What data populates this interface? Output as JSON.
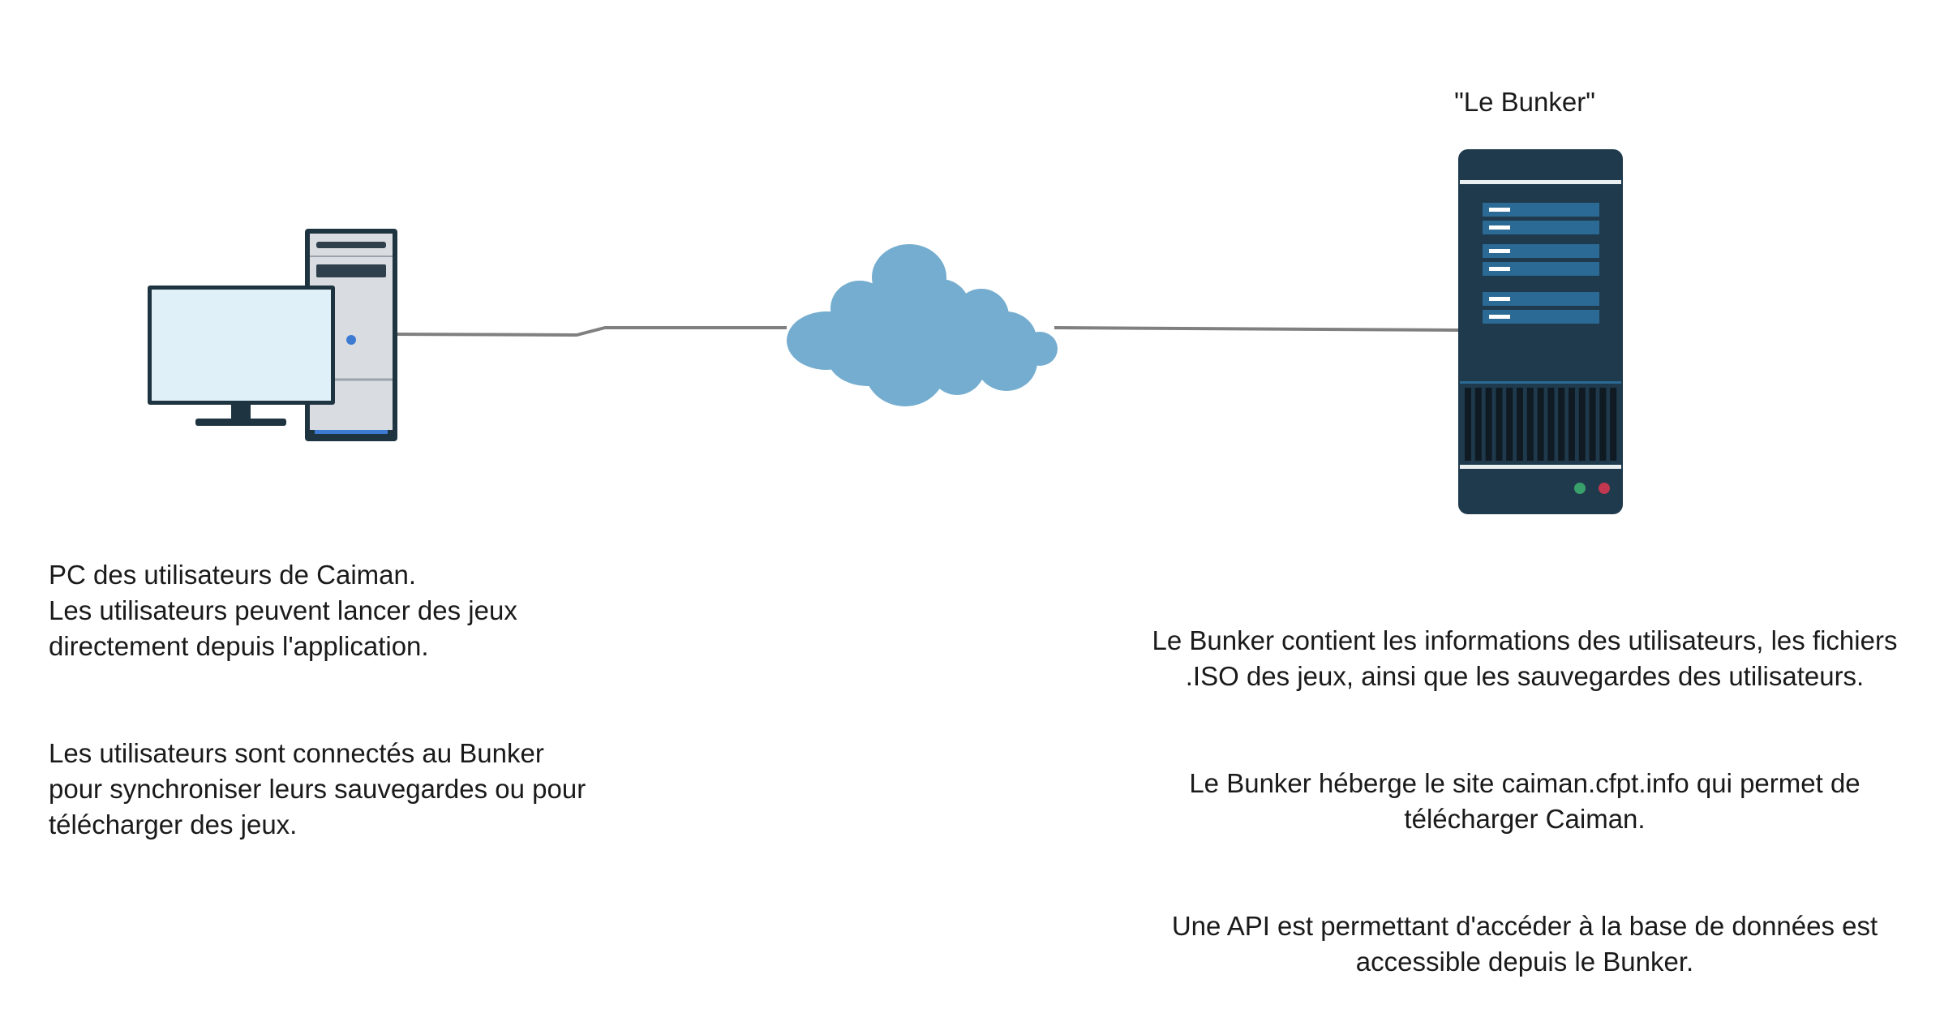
{
  "server": {
    "label": "\"Le Bunker\"",
    "led_colors": [
      "#3aa06b",
      "#c0374f"
    ]
  },
  "pc_description": {
    "paragraphs": [
      "PC des utilisateurs de Caiman.\nLes utilisateurs peuvent lancer des jeux\ndirectement depuis l'application.",
      "Les utilisateurs sont connectés au Bunker\npour synchroniser leurs sauvegardes ou pour\ntélécharger des jeux."
    ]
  },
  "bunker_description": {
    "paragraphs": [
      "Le Bunker contient les informations des utilisateurs, les fichiers\n.ISO des jeux, ainsi que les sauvegardes des utilisateurs.",
      "Le Bunker héberge le site caiman.cfpt.info qui permet de\ntélécharger Caiman.",
      "Une API est permettant d'accéder à la base de données est\naccessible depuis le Bunker."
    ]
  },
  "icons": {
    "pc": "desktop-computer-icon",
    "cloud": "cloud-icon",
    "server": "server-tower-icon"
  },
  "colors": {
    "connector": "#808080",
    "cloud": "#74adcf",
    "server_body": "#1f3a4c",
    "server_slot": "#2a6a95",
    "monitor_screen": "#dff0f9",
    "pc_case": "#d9dde1",
    "dark": "#1f3441"
  }
}
